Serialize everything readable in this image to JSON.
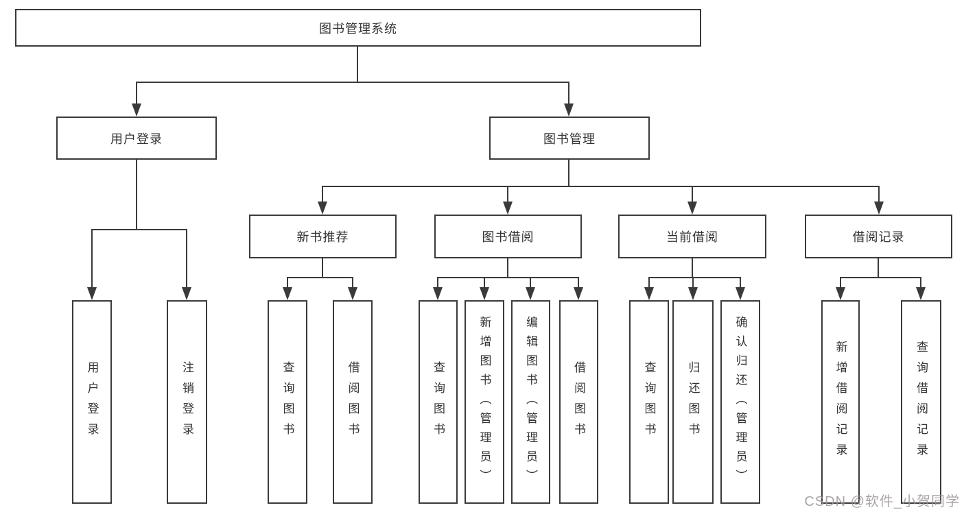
{
  "nodes": {
    "root": "图书管理系统",
    "user_login": "用户登录",
    "book_management": "图书管理",
    "new_book_recommend": "新书推荐",
    "book_borrowing": "图书借阅",
    "current_borrowing": "当前借阅",
    "borrowing_records": "借阅记录",
    "leaf_user_login": "用户登录",
    "leaf_logout": "注销登录",
    "leaf_recommend_query_books": "查询图书",
    "leaf_recommend_borrow_books": "借阅图书",
    "leaf_borrow_query_books": "查询图书",
    "leaf_borrow_add_books": "新增图书（管理员）",
    "leaf_borrow_edit_books": "编辑图书（管理员）",
    "leaf_borrow_borrow_books": "借阅图书",
    "leaf_current_query_books": "查询图书",
    "leaf_current_return_books": "归还图书",
    "leaf_current_confirm_return": "确认归还（管理员）",
    "leaf_records_add_record": "新增借阅记录",
    "leaf_records_query_record": "查询借阅记录"
  },
  "hierarchy": {
    "图书管理系统": [
      "用户登录",
      "图书管理"
    ],
    "用户登录": [
      "用户登录",
      "注销登录"
    ],
    "图书管理": [
      "新书推荐",
      "图书借阅",
      "当前借阅",
      "借阅记录"
    ],
    "新书推荐": [
      "查询图书",
      "借阅图书"
    ],
    "图书借阅": [
      "查询图书",
      "新增图书（管理员）",
      "编辑图书（管理员）",
      "借阅图书"
    ],
    "当前借阅": [
      "查询图书",
      "归还图书",
      "确认归还（管理员）"
    ],
    "借阅记录": [
      "新增借阅记录",
      "查询借阅记录"
    ]
  },
  "watermark": "CSDN @软件_小贺同学",
  "colors": {
    "line": "#3a3a3a",
    "box_border": "#3a3a3a",
    "text": "#333333",
    "background": "#ffffff",
    "watermark": "#9e9696"
  }
}
